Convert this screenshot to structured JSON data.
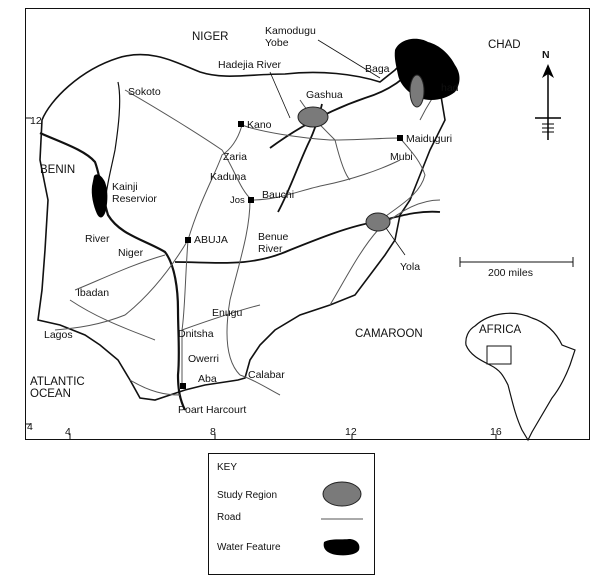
{
  "countries": {
    "niger": "NIGER",
    "chad": "CHAD",
    "benin": "BENIN",
    "camaroon": "CAMAROON",
    "ocean_line1": "ATLANTIC",
    "ocean_line2": "OCEAN"
  },
  "cities": {
    "sokoto": "Sokoto",
    "kano": "Kano",
    "zaria": "Zaria",
    "kaduna": "Kaduna",
    "jos": "Jos",
    "bauchi": "Bauchi",
    "abuja": "ABUJA",
    "gashua": "Gashua",
    "maiduguri": "Maiduguri",
    "mubi": "Mubi",
    "yola": "Yola",
    "baga": "Baga",
    "ibadan": "Ibadan",
    "lagos": "Lagos",
    "enugu": "Enugu",
    "onitsha": "Dnitsha",
    "owerri": "Owerri",
    "aba": "Aba",
    "calabar": "Calabar",
    "port_harcourt": "Poart Harcourt"
  },
  "water": {
    "kamodugu_line1": "Kamodugu",
    "kamodugu_line2": "Yobe",
    "hadejia": "Hadejia River",
    "kainji_line1": "Kainji",
    "kainji_line2": "Reservior",
    "river": "River",
    "niger": "Niger",
    "benue_line1": "Benue",
    "benue_line2": "River",
    "lake_chad_partial": "had"
  },
  "axes": {
    "lat_12": "12",
    "lat_4": "4",
    "lon_4": "4",
    "lon_8": "8",
    "lon_12": "12",
    "lon_16": "16"
  },
  "scale_bar": {
    "label": "200 miles"
  },
  "north_arrow": {
    "label": "N"
  },
  "inset": {
    "label": "AFRICA"
  },
  "key": {
    "title": "KEY",
    "study_region": "Study Region",
    "road": "Road",
    "water_feature": "Water Feature"
  },
  "colors": {
    "study_region_fill": "#7a7a7a",
    "water_fill": "#000000",
    "road_stroke": "#555555",
    "border_stroke": "#111111"
  }
}
